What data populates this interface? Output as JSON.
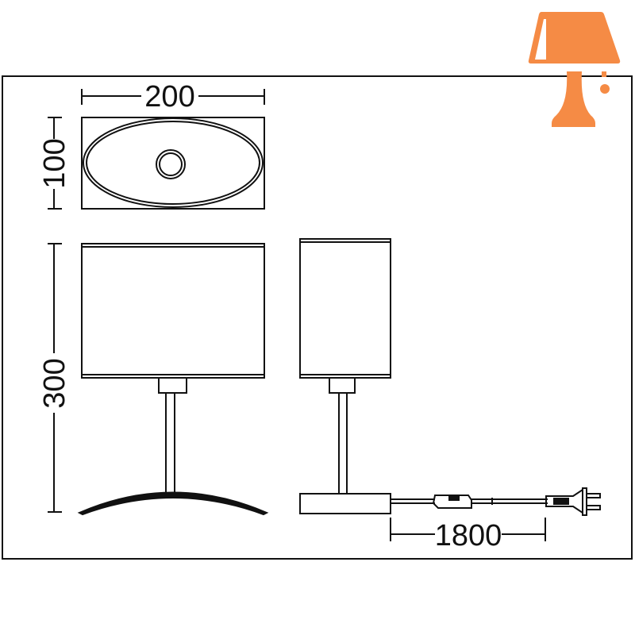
{
  "icon": {
    "name": "table-lamp-icon",
    "color": "#F58B45"
  },
  "dimensions": {
    "width": "200",
    "depth": "100",
    "height": "300",
    "cable_length": "1800"
  },
  "colors": {
    "line": "#111111",
    "background": "#ffffff"
  }
}
